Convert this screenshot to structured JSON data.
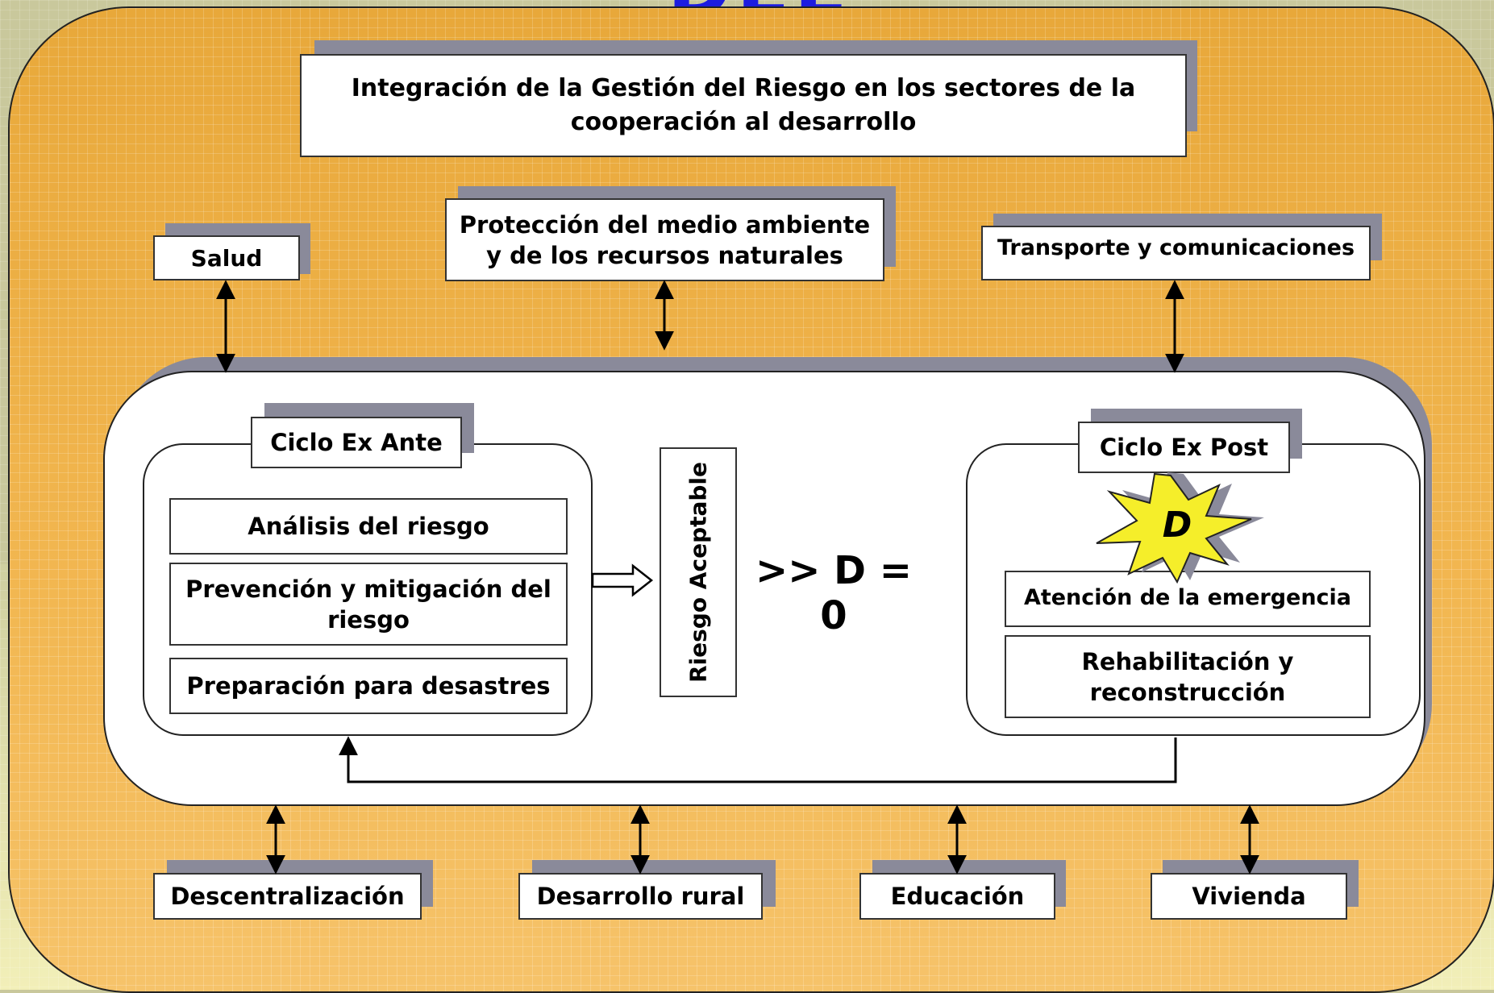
{
  "top_title_fragment": "DEL RIESGO",
  "header": {
    "line1": "Integración de la Gestión del Riesgo en los sectores de la",
    "line2": "cooperación al desarrollo"
  },
  "top_sectors": {
    "salud": "Salud",
    "proteccion_line1": "Protección del medio ambiente",
    "proteccion_line2": "y de los recursos naturales",
    "transporte": "Transporte y comunicaciones"
  },
  "ex_ante": {
    "title": "Ciclo Ex Ante",
    "item1": "Análisis del riesgo",
    "item2_line1": "Prevención y mitigación del",
    "item2_line2": "riesgo",
    "item3": "Preparación para desastres"
  },
  "center": {
    "vertical_label": "Riesgo Aceptable",
    "equation": ">> D = 0"
  },
  "ex_post": {
    "title": "Ciclo Ex Post",
    "burst_label": "D",
    "item1": "Atención de la emergencia",
    "item2_line1": "Rehabilitación y",
    "item2_line2": "reconstrucción"
  },
  "bottom_sectors": {
    "descentralizacion": "Descentralización",
    "desarrollo_rural": "Desarrollo rural",
    "educacion": "Educación",
    "vivienda": "Vivienda"
  },
  "colors": {
    "outer_fill": "#f2b751",
    "title_blue": "#1c1ce0",
    "burst_fill": "#f5ee2a",
    "shadow": "#8a8a9a"
  }
}
